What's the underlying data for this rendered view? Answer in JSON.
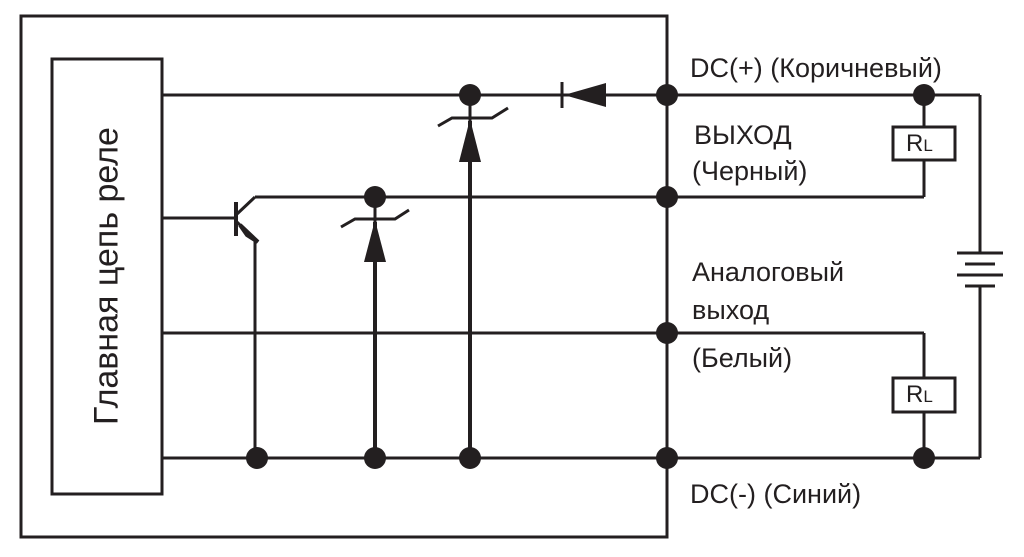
{
  "diagram": {
    "type": "circuit-schematic",
    "main_block": {
      "label": "Главная цепь реле"
    },
    "terminals": [
      {
        "id": "dc_plus",
        "label": "DC(+) (Коричневый)"
      },
      {
        "id": "output",
        "label_line1": "ВЫХОД",
        "label_line2": "(Черный)"
      },
      {
        "id": "analog",
        "label_line1": "Аналоговый",
        "label_line2": "выход",
        "label_line3": "(Белый)"
      },
      {
        "id": "dc_minus",
        "label": "DC(-) (Синий)"
      }
    ],
    "loads": [
      {
        "id": "rl_output",
        "label": "R",
        "subscript": "L"
      },
      {
        "id": "rl_analog",
        "label": "R",
        "subscript": "L"
      }
    ],
    "components": [
      "npn-transistor",
      "zener-diode",
      "zener-diode",
      "diode",
      "battery"
    ],
    "colors": {
      "line": "#231f20",
      "background": "#ffffff"
    }
  }
}
